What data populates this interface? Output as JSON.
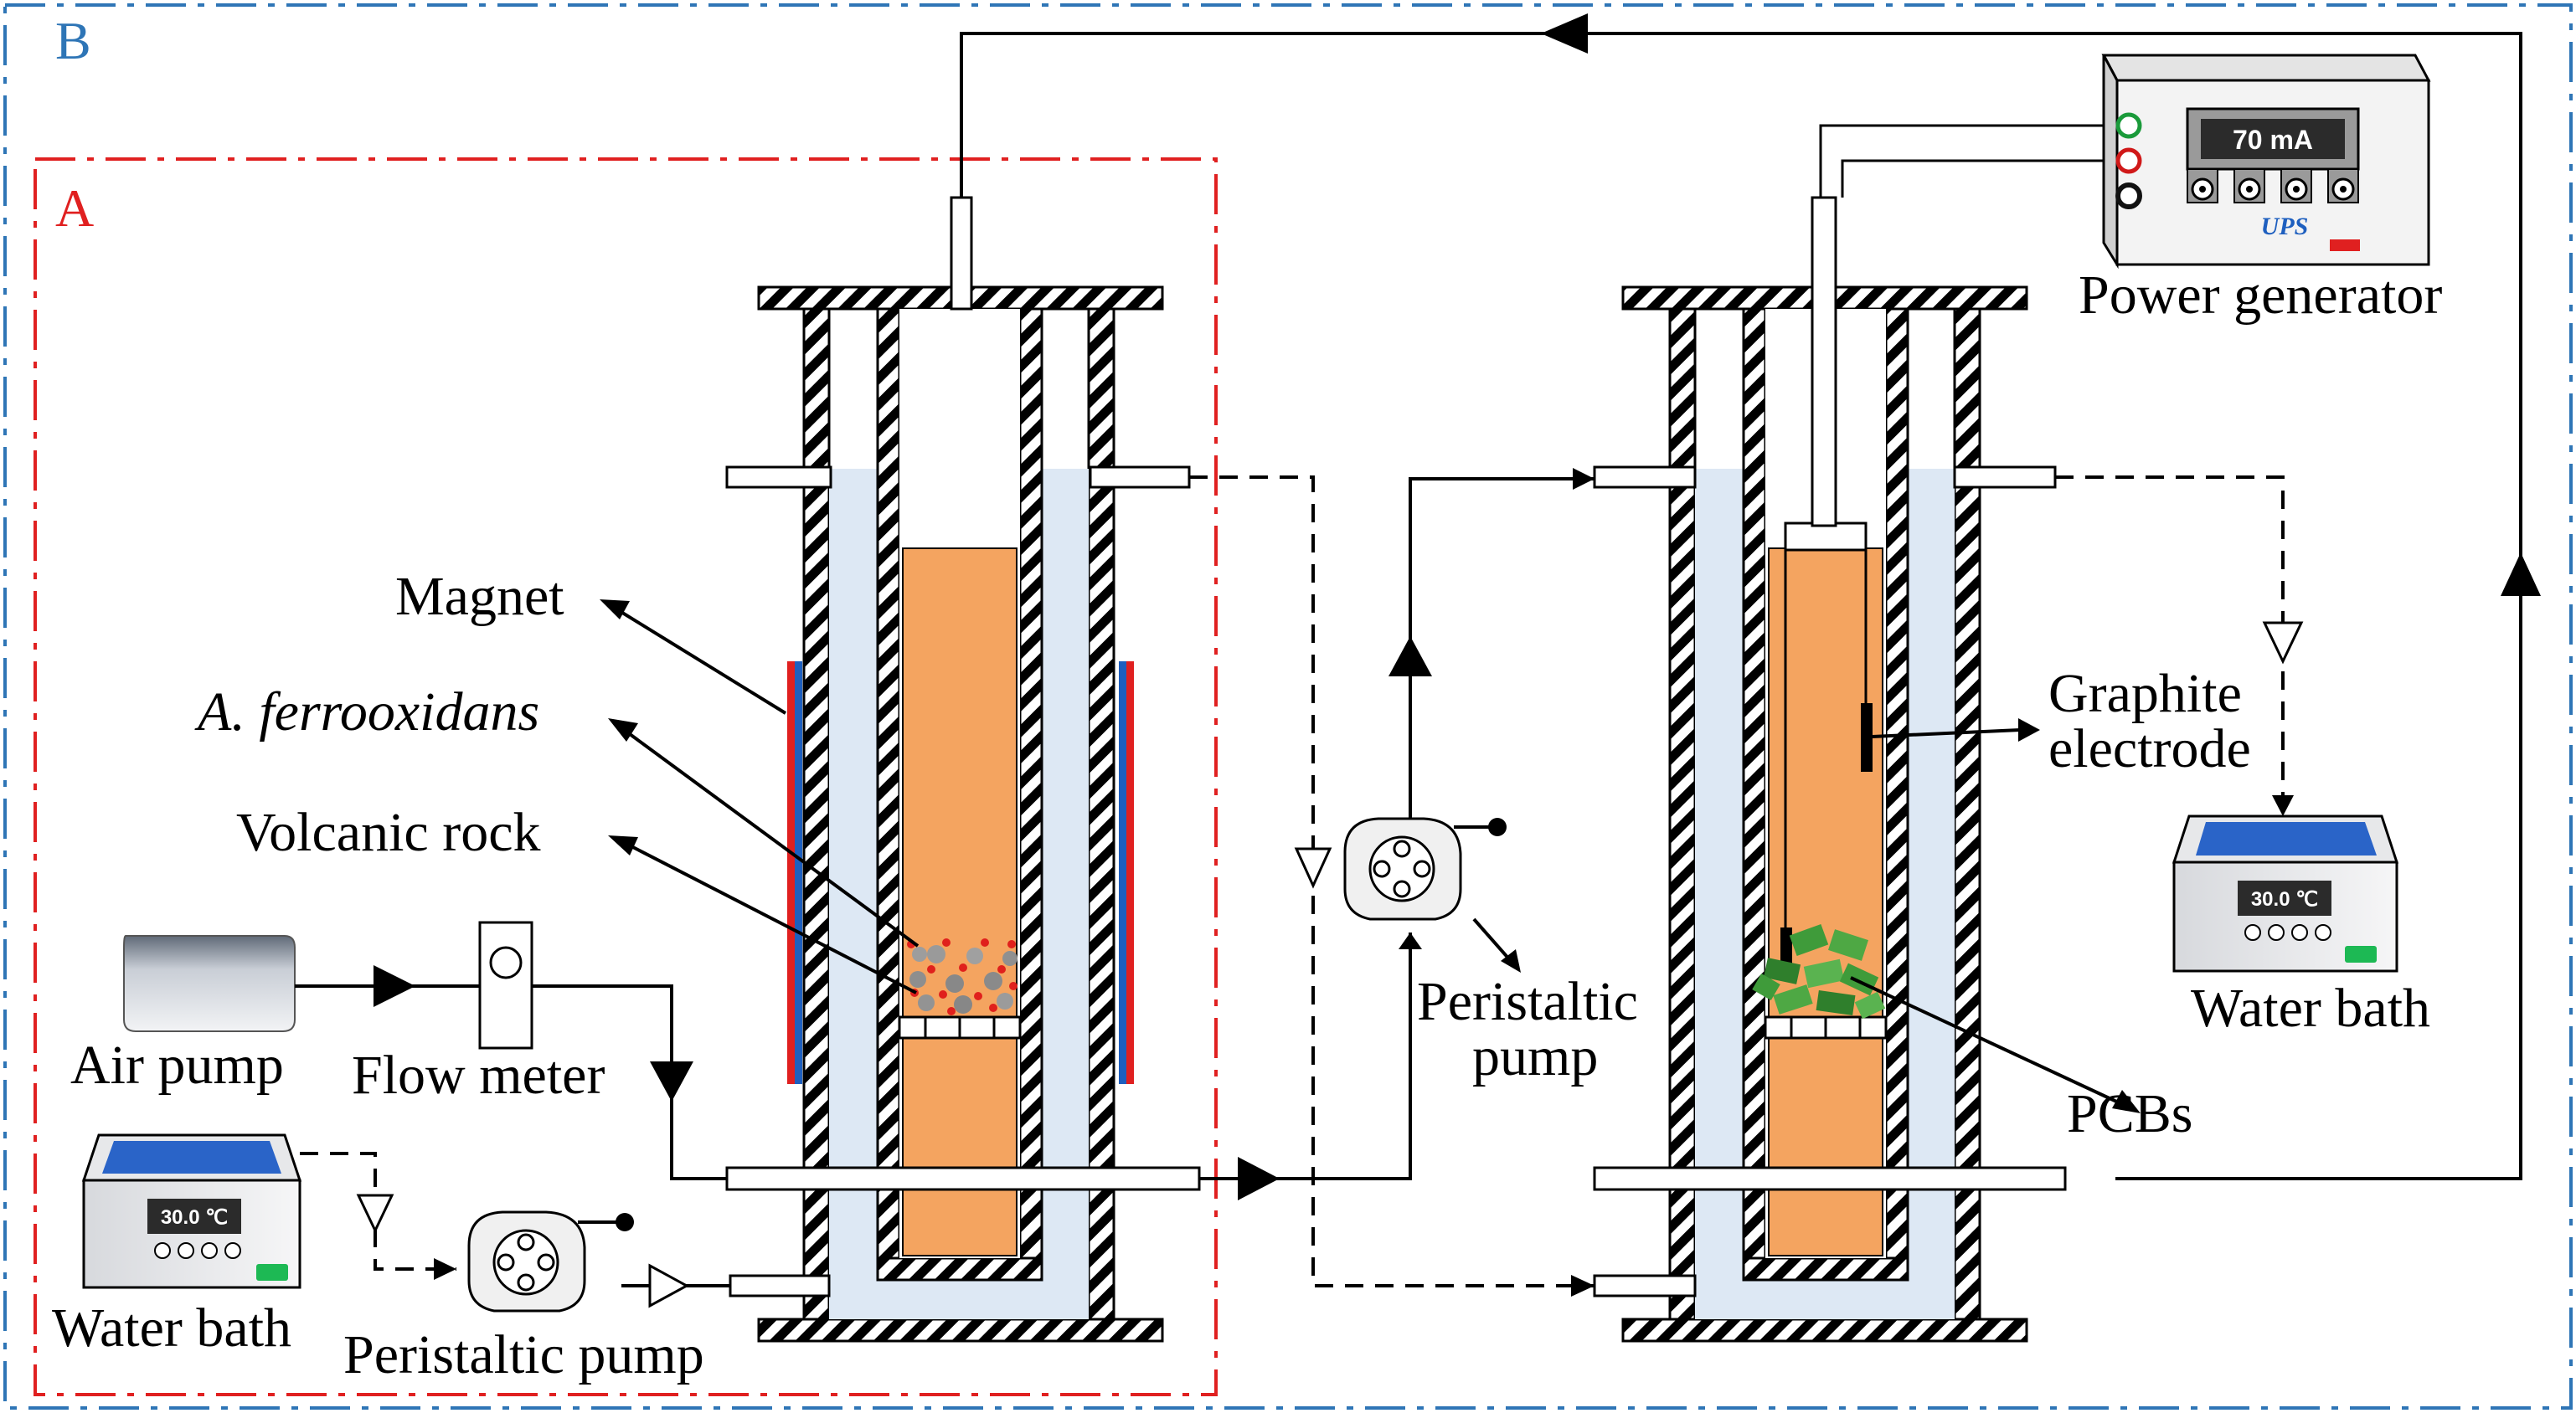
{
  "panels": {
    "outer_label": "B",
    "inner_label": "A",
    "outer_color": "#2e75b6",
    "inner_color": "#e02020"
  },
  "labels": {
    "magnet": "Magnet",
    "bacteria": "A. ferrooxidans",
    "volcanic_rock": "Volcanic rock",
    "air_pump": "Air pump",
    "flow_meter": "Flow meter",
    "water_bath_left": "Water bath",
    "peristaltic_pump_left": "Peristaltic pump",
    "peristaltic_pump_mid_line1": "Peristaltic",
    "peristaltic_pump_mid_line2": "pump",
    "graphite_electrode_line1": "Graphite",
    "graphite_electrode_line2": "electrode",
    "water_bath_right": "Water bath",
    "pcbs": "PCBs",
    "power_generator": "Power generator"
  },
  "devices": {
    "water_bath_display": "30.0 ℃",
    "power_display": "70 mA",
    "power_brand": "UPS"
  },
  "colors": {
    "jacket_water": "#dde8f4",
    "reactor_medium": "#f4a460",
    "magnet_red": "#e02020",
    "magnet_blue": "#1e5fbf",
    "bath_screen": "#2a64c8",
    "bath_button": "#1db954",
    "pcb_green": "#3f9b3a"
  }
}
